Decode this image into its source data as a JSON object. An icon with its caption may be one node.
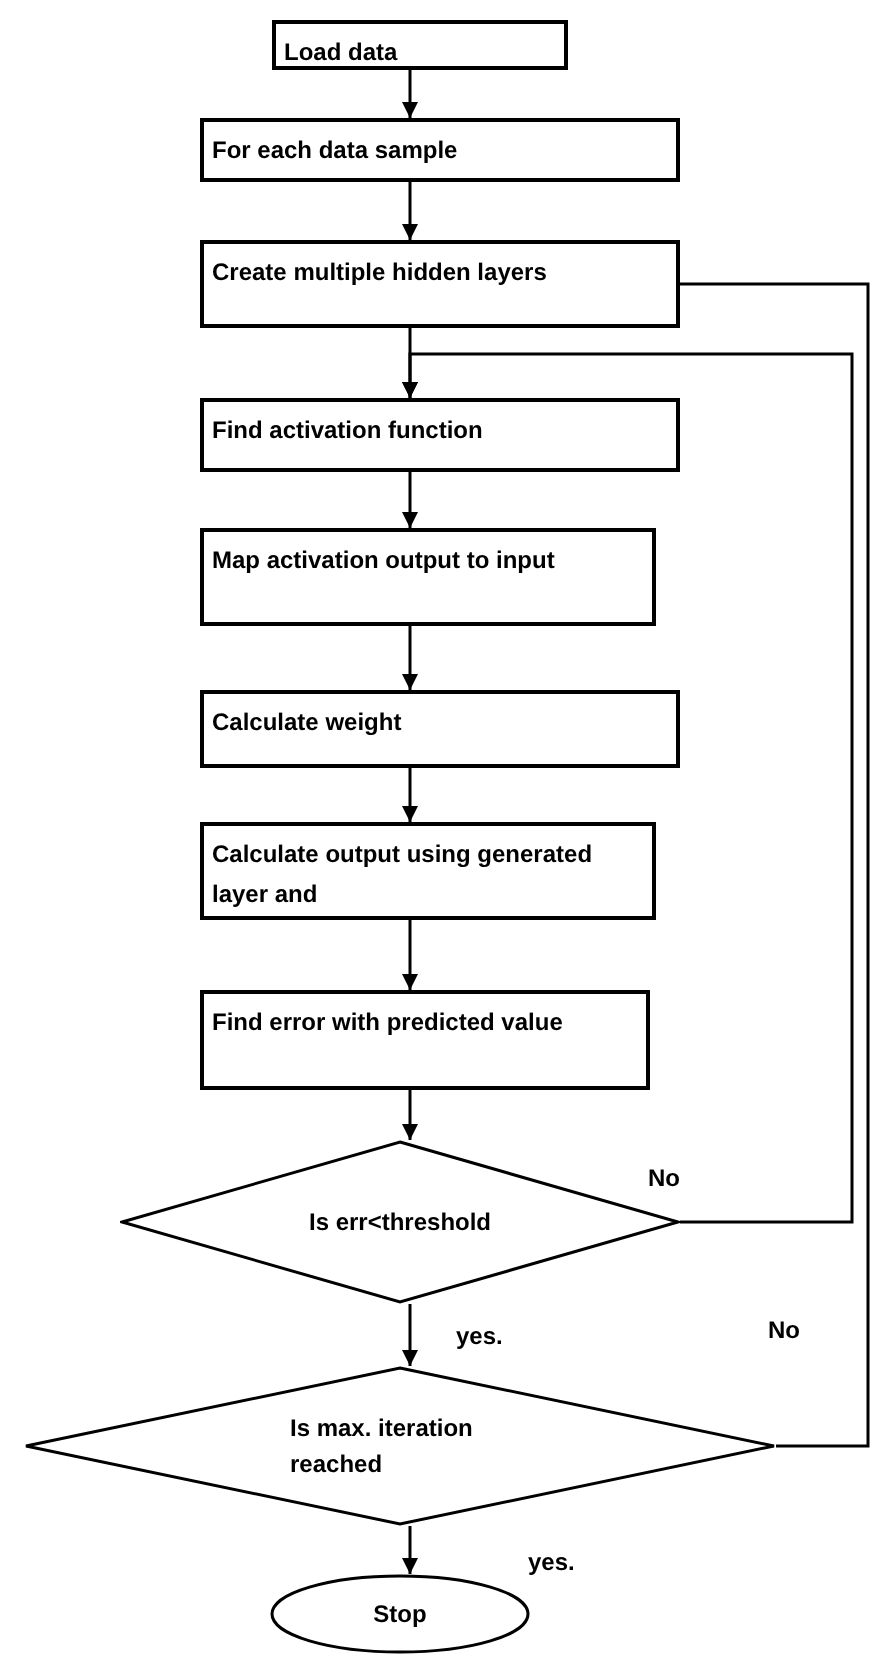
{
  "diagram": {
    "nodes": [
      {
        "text": [
          "Load data"
        ]
      },
      {
        "text": [
          "For each data sample"
        ]
      },
      {
        "text": [
          "Create multiple hidden layers"
        ]
      },
      {
        "text": [
          "Find activation function"
        ]
      },
      {
        "text": [
          "Map activation output to input"
        ]
      },
      {
        "text": [
          "Calculate weight"
        ]
      },
      {
        "text": [
          "Calculate output using generated layer and"
        ]
      },
      {
        "text": [
          "Find error with predicted value"
        ]
      },
      {
        "text": [
          "Is err<threshold"
        ]
      },
      {
        "text": [
          "Is max. iteration reached"
        ]
      },
      {
        "text": [
          "Stop"
        ]
      }
    ],
    "edges": [
      {
        "from": 0,
        "to": 1,
        "arrow": "to"
      },
      {
        "from": 1,
        "to": 2,
        "arrow": "to"
      },
      {
        "from": 2,
        "to": 3,
        "arrow": "to"
      },
      {
        "from": 3,
        "to": 4,
        "arrow": "to"
      },
      {
        "from": 4,
        "to": 5,
        "arrow": "to"
      },
      {
        "from": 5,
        "to": 6,
        "arrow": "to"
      },
      {
        "from": 6,
        "to": 7,
        "arrow": "to"
      },
      {
        "from": 7,
        "to": 8,
        "arrow": "to"
      },
      {
        "from": 8,
        "to": 9,
        "label": "yes.",
        "arrow": "to"
      },
      {
        "from": 9,
        "to": 10,
        "label": "yes.",
        "arrow": "to"
      },
      {
        "from": 8,
        "to": 3,
        "label": "No",
        "arrow": "to"
      },
      {
        "from": 9,
        "to": 2,
        "label": "No",
        "arrow": "none"
      }
    ]
  }
}
